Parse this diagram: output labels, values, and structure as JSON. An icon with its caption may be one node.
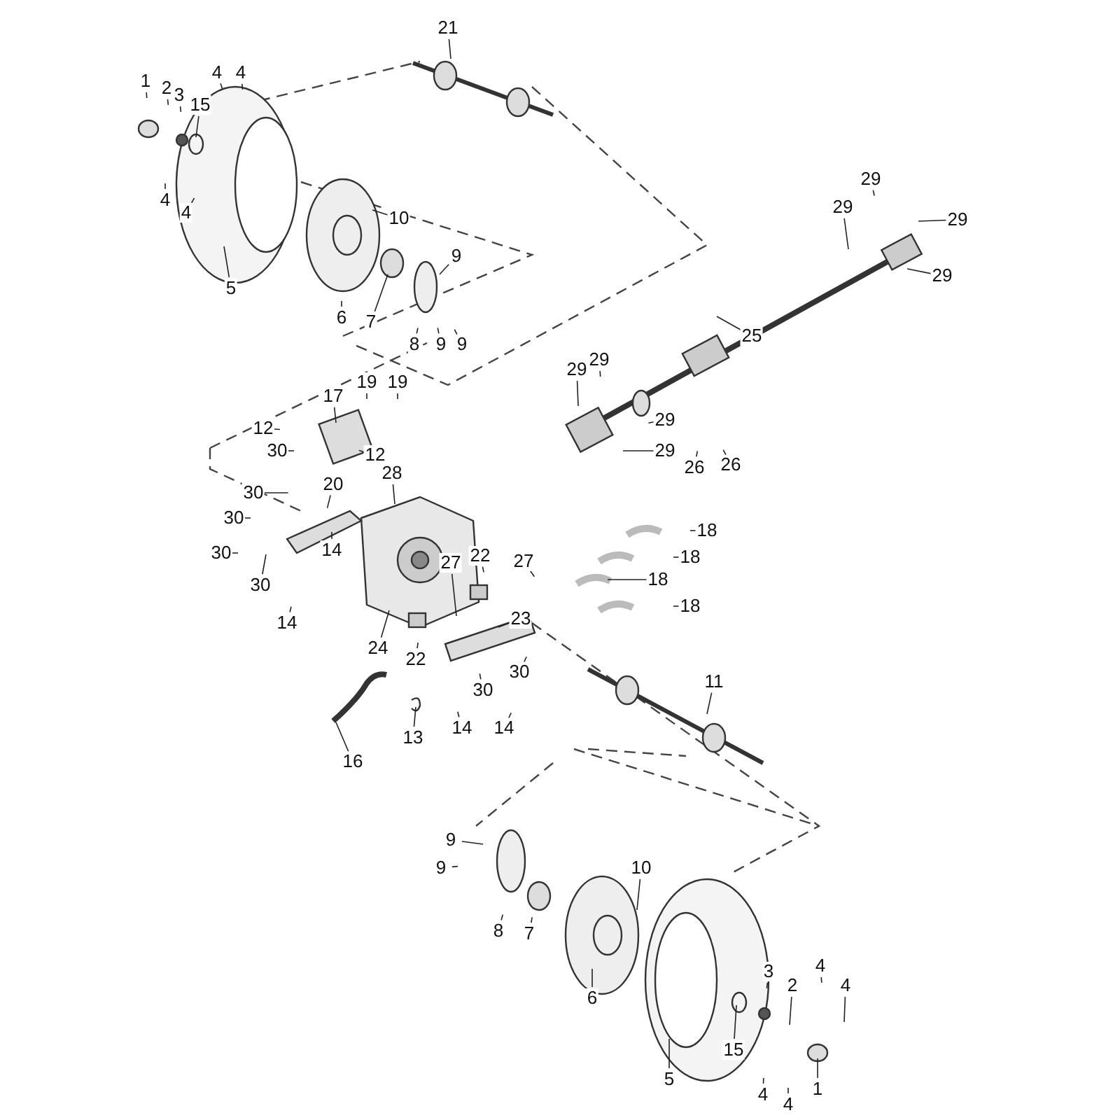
{
  "diagram": {
    "nodes": [
      {
        "text": [
          "21"
        ]
      },
      {
        "text": [
          "1"
        ]
      },
      {
        "text": [
          "2"
        ]
      },
      {
        "text": [
          "3"
        ]
      },
      {
        "text": [
          "4"
        ]
      },
      {
        "text": [
          "4"
        ]
      },
      {
        "text": [
          "15"
        ]
      },
      {
        "text": [
          "4"
        ]
      },
      {
        "text": [
          "4"
        ]
      },
      {
        "text": [
          "5"
        ]
      },
      {
        "text": [
          "10"
        ]
      },
      {
        "text": [
          "6"
        ]
      },
      {
        "text": [
          "7"
        ]
      },
      {
        "text": [
          "9"
        ]
      },
      {
        "text": [
          "8"
        ]
      },
      {
        "text": [
          "9"
        ]
      },
      {
        "text": [
          "9"
        ]
      },
      {
        "text": [
          "29"
        ]
      },
      {
        "text": [
          "29"
        ]
      },
      {
        "text": [
          "29"
        ]
      },
      {
        "text": [
          "29"
        ]
      },
      {
        "text": [
          "25"
        ]
      },
      {
        "text": [
          "29"
        ]
      },
      {
        "text": [
          "29"
        ]
      },
      {
        "text": [
          "29"
        ]
      },
      {
        "text": [
          "29"
        ]
      },
      {
        "text": [
          "26"
        ]
      },
      {
        "text": [
          "26"
        ]
      },
      {
        "text": [
          "17"
        ]
      },
      {
        "text": [
          "19"
        ]
      },
      {
        "text": [
          "19"
        ]
      },
      {
        "text": [
          "12"
        ]
      },
      {
        "text": [
          "30"
        ]
      },
      {
        "text": [
          "12"
        ]
      },
      {
        "text": [
          "30"
        ]
      },
      {
        "text": [
          "20"
        ]
      },
      {
        "text": [
          "28"
        ]
      },
      {
        "text": [
          "30"
        ]
      },
      {
        "text": [
          "30"
        ]
      },
      {
        "text": [
          "30"
        ]
      },
      {
        "text": [
          "14"
        ]
      },
      {
        "text": [
          "14"
        ]
      },
      {
        "text": [
          "18"
        ]
      },
      {
        "text": [
          "22"
        ]
      },
      {
        "text": [
          "27"
        ]
      },
      {
        "text": [
          "27"
        ]
      },
      {
        "text": [
          "18"
        ]
      },
      {
        "text": [
          "18"
        ]
      },
      {
        "text": [
          "18"
        ]
      },
      {
        "text": [
          "23"
        ]
      },
      {
        "text": [
          "24"
        ]
      },
      {
        "text": [
          "22"
        ]
      },
      {
        "text": [
          "30"
        ]
      },
      {
        "text": [
          "30"
        ]
      },
      {
        "text": [
          "14"
        ]
      },
      {
        "text": [
          "14"
        ]
      },
      {
        "text": [
          "11"
        ]
      },
      {
        "text": [
          "13"
        ]
      },
      {
        "text": [
          "16"
        ]
      },
      {
        "text": [
          "9"
        ]
      },
      {
        "text": [
          "9"
        ]
      },
      {
        "text": [
          "10"
        ]
      },
      {
        "text": [
          "8"
        ]
      },
      {
        "text": [
          "7"
        ]
      },
      {
        "text": [
          "3"
        ]
      },
      {
        "text": [
          "2"
        ]
      },
      {
        "text": [
          "4"
        ]
      },
      {
        "text": [
          "4"
        ]
      },
      {
        "text": [
          "6"
        ]
      },
      {
        "text": [
          "15"
        ]
      },
      {
        "text": [
          "5"
        ]
      },
      {
        "text": [
          "4"
        ]
      },
      {
        "text": [
          "4"
        ]
      },
      {
        "text": [
          "1"
        ]
      }
    ],
    "edges": [
      {
        "from": 0,
        "to": null,
        "arrow": "none"
      },
      {
        "from": 1,
        "to": null,
        "arrow": "none"
      },
      {
        "from": 2,
        "to": null,
        "arrow": "none"
      },
      {
        "from": 3,
        "to": null,
        "arrow": "none"
      },
      {
        "from": 4,
        "to": null,
        "arrow": "none"
      },
      {
        "from": 5,
        "to": null,
        "arrow": "none"
      },
      {
        "from": 6,
        "to": null,
        "arrow": "none"
      },
      {
        "from": 7,
        "to": null,
        "arrow": "none"
      },
      {
        "from": 8,
        "to": null,
        "arrow": "none"
      },
      {
        "from": 9,
        "to": null,
        "arrow": "none"
      },
      {
        "from": 10,
        "to": null,
        "arrow": "none"
      },
      {
        "from": 11,
        "to": null,
        "arrow": "none"
      },
      {
        "from": 12,
        "to": null,
        "arrow": "none"
      },
      {
        "from": 13,
        "to": null,
        "arrow": "none"
      },
      {
        "from": 14,
        "to": null,
        "arrow": "none"
      },
      {
        "from": 15,
        "to": null,
        "arrow": "none"
      },
      {
        "from": 16,
        "to": null,
        "arrow": "none"
      },
      {
        "from": 17,
        "to": null,
        "arrow": "none"
      },
      {
        "from": 18,
        "to": null,
        "arrow": "none"
      },
      {
        "from": 19,
        "to": null,
        "arrow": "none"
      },
      {
        "from": 20,
        "to": null,
        "arrow": "none"
      },
      {
        "from": 21,
        "to": null,
        "arrow": "none"
      },
      {
        "from": 22,
        "to": null,
        "arrow": "none"
      },
      {
        "from": 23,
        "to": null,
        "arrow": "none"
      },
      {
        "from": 24,
        "to": null,
        "arrow": "none"
      },
      {
        "from": 25,
        "to": null,
        "arrow": "none"
      },
      {
        "from": 26,
        "to": null,
        "arrow": "none"
      },
      {
        "from": 27,
        "to": null,
        "arrow": "none"
      },
      {
        "from": 28,
        "to": null,
        "arrow": "none"
      },
      {
        "from": 29,
        "to": null,
        "arrow": "none"
      },
      {
        "from": 30,
        "to": null,
        "arrow": "none"
      },
      {
        "from": 31,
        "to": null,
        "arrow": "none"
      },
      {
        "from": 32,
        "to": null,
        "arrow": "none"
      },
      {
        "from": 33,
        "to": null,
        "arrow": "none"
      },
      {
        "from": 34,
        "to": null,
        "arrow": "none"
      },
      {
        "from": 35,
        "to": null,
        "arrow": "none"
      },
      {
        "from": 36,
        "to": null,
        "arrow": "none"
      },
      {
        "from": 37,
        "to": null,
        "arrow": "none"
      },
      {
        "from": 38,
        "to": null,
        "arrow": "none"
      },
      {
        "from": 39,
        "to": null,
        "arrow": "none"
      },
      {
        "from": 40,
        "to": null,
        "arrow": "none"
      },
      {
        "from": 41,
        "to": null,
        "arrow": "none"
      },
      {
        "from": 42,
        "to": null,
        "arrow": "none"
      },
      {
        "from": 43,
        "to": null,
        "arrow": "none"
      },
      {
        "from": 44,
        "to": null,
        "arrow": "none"
      },
      {
        "from": 45,
        "to": null,
        "arrow": "none"
      },
      {
        "from": 46,
        "to": null,
        "arrow": "none"
      },
      {
        "from": 47,
        "to": null,
        "arrow": "none"
      },
      {
        "from": 48,
        "to": null,
        "arrow": "none"
      },
      {
        "from": 49,
        "to": null,
        "arrow": "none"
      },
      {
        "from": 50,
        "to": null,
        "arrow": "none"
      },
      {
        "from": 51,
        "to": null,
        "arrow": "none"
      },
      {
        "from": 52,
        "to": null,
        "arrow": "none"
      },
      {
        "from": 53,
        "to": null,
        "arrow": "none"
      },
      {
        "from": 54,
        "to": null,
        "arrow": "none"
      },
      {
        "from": 55,
        "to": null,
        "arrow": "none"
      },
      {
        "from": 56,
        "to": null,
        "arrow": "none"
      },
      {
        "from": 57,
        "to": null,
        "arrow": "none"
      },
      {
        "from": 58,
        "to": null,
        "arrow": "none"
      },
      {
        "from": 59,
        "to": null,
        "arrow": "none"
      },
      {
        "from": 60,
        "to": null,
        "arrow": "none"
      },
      {
        "from": 61,
        "to": null,
        "arrow": "none"
      },
      {
        "from": 62,
        "to": null,
        "arrow": "none"
      },
      {
        "from": 63,
        "to": null,
        "arrow": "none"
      },
      {
        "from": 64,
        "to": null,
        "arrow": "none"
      },
      {
        "from": 65,
        "to": null,
        "arrow": "none"
      },
      {
        "from": 66,
        "to": null,
        "arrow": "none"
      },
      {
        "from": 67,
        "to": null,
        "arrow": "none"
      },
      {
        "from": 68,
        "to": null,
        "arrow": "none"
      },
      {
        "from": 69,
        "to": null,
        "arrow": "none"
      },
      {
        "from": 70,
        "to": null,
        "arrow": "none"
      },
      {
        "from": 71,
        "to": null,
        "arrow": "none"
      },
      {
        "from": 72,
        "to": null,
        "arrow": "none"
      },
      {
        "from": 73,
        "to": null,
        "arrow": "none"
      }
    ]
  }
}
